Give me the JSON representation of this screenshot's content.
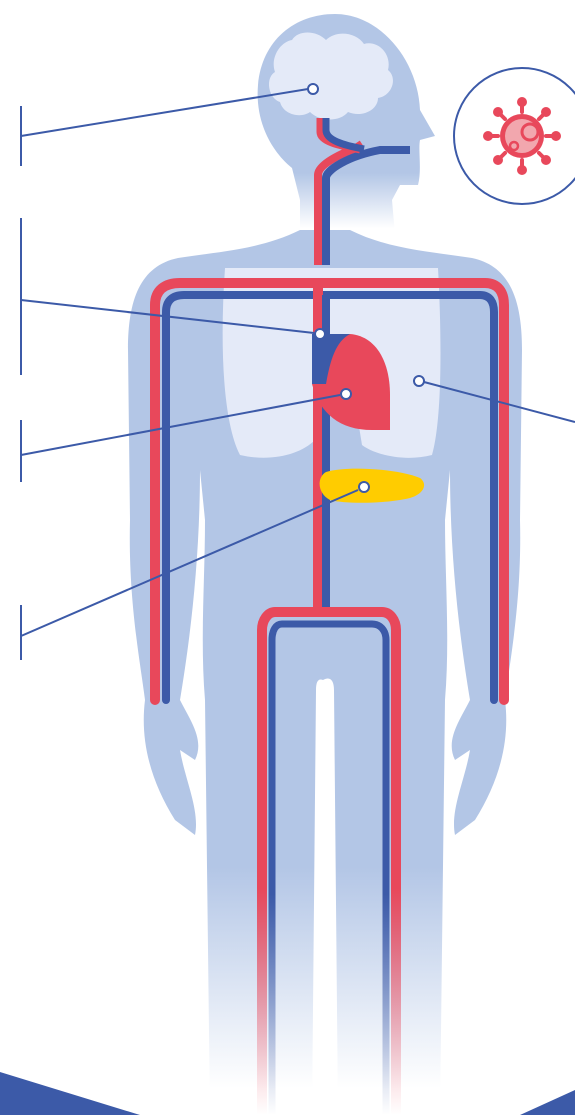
{
  "colors": {
    "background": "#ffffff",
    "body_silhouette": "#b3c6e6",
    "lung_fill": "#e4eaf8",
    "artery_red": "#e8485b",
    "vein_blue": "#3c5aa8",
    "liver_yellow": "#ffcc00",
    "callout_line": "#3c5aa8",
    "virus_red": "#e8485b",
    "virus_core": "#f2a7ae",
    "bottom_wedge": "#3c5aa8"
  },
  "icons": {
    "virus": "virus-icon",
    "brain": "brain-icon",
    "heart": "heart-icon",
    "lungs": "lungs-icon",
    "liver": "liver-icon"
  },
  "callouts": [
    {
      "id": "brain",
      "target": "brain"
    },
    {
      "id": "heart-vessels",
      "target": "heart-top"
    },
    {
      "id": "heart",
      "target": "heart"
    },
    {
      "id": "liver",
      "target": "liver"
    },
    {
      "id": "lungs",
      "target": "lungs"
    }
  ]
}
